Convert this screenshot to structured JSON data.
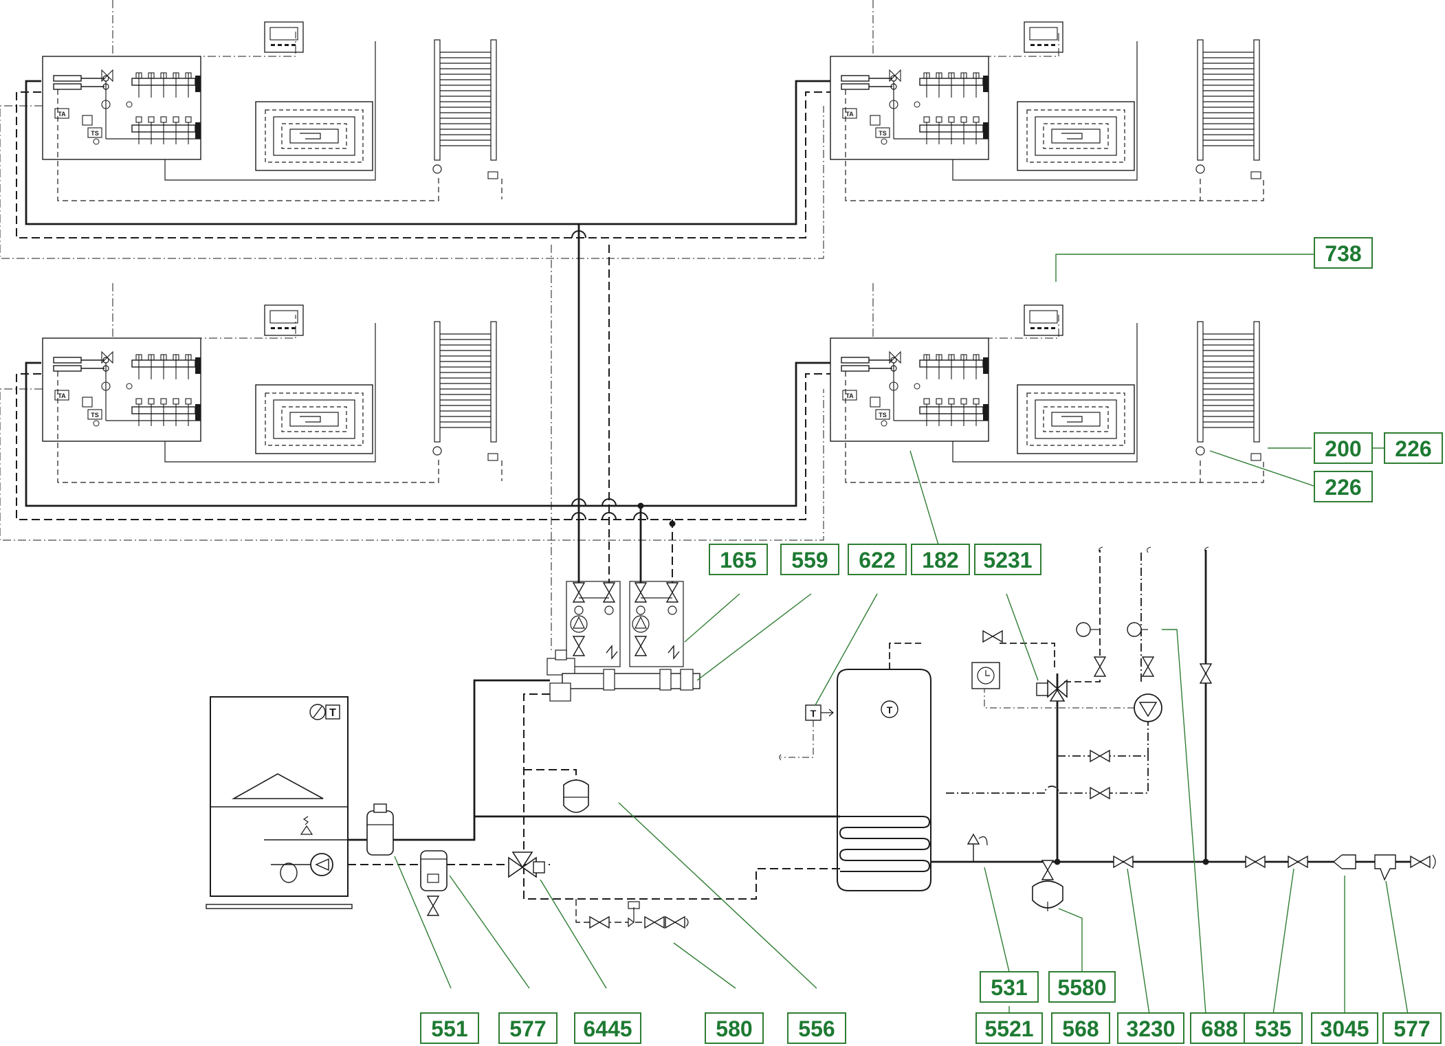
{
  "colors": {
    "line": "#1a1a1a",
    "leader": "#2e7d32",
    "tag_border": "#2e7d32",
    "tag_text": "#1d7a32",
    "background": "#ffffff"
  },
  "boiler": {
    "sensor_label": "T"
  },
  "sensor_label": "T",
  "manifold_labels": {
    "ta": "TA",
    "ts": "TS"
  },
  "tags": [
    "738",
    "200",
    "226",
    "226",
    "165",
    "559",
    "622",
    "182",
    "5231",
    "551",
    "577",
    "6445",
    "580",
    "556",
    "531",
    "5580",
    "5521",
    "568",
    "3230",
    "688",
    "535",
    "3045",
    "577"
  ]
}
